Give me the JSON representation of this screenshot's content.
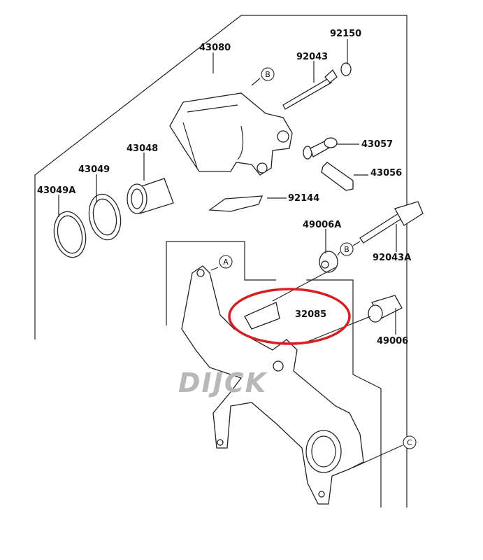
{
  "diagram": {
    "frame_labels": {
      "caliper_assembly": "43080",
      "cap": "92150",
      "pin": "92043",
      "piston": "43048",
      "fitting": "43057",
      "seal": "43049",
      "bleed_valve": "43056",
      "dust_seal": "43049A",
      "spring": "92144",
      "boot": "49006A",
      "pin_a": "92043A",
      "pad_spring": "32085",
      "boot_b": "49006"
    },
    "refs": {
      "b_top": "B",
      "b_mid": "B",
      "a": "A",
      "c": "C"
    },
    "watermark": "DIJCK",
    "highlight_color": "#d42020"
  }
}
